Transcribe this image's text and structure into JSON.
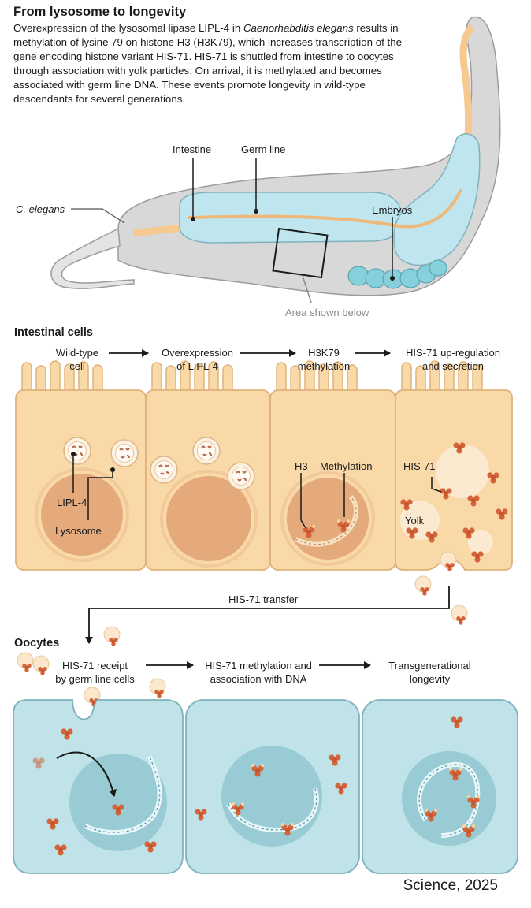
{
  "title": "From lysosome to longevity",
  "intro": {
    "part1": "Overexpression of the lysosomal lipase LIPL-4 in ",
    "species": "Caenorhabditis elegans",
    "part2": " results in methylation of lysine 79 on histone H3 (H3K79), which increases transcription of the gene encoding histone variant HIS-71. HIS-71 is shuttled from intestine to oocytes through association with yolk particles. On arrival, it is methylated and becomes associated with germ line DNA. These events promote longevity in wild-type descendants for several generations."
  },
  "worm": {
    "label_species": "C. elegans",
    "label_intestine": "Intestine",
    "label_germline": "Germ line",
    "label_embryos": "Embryos",
    "label_area": "Area shown below"
  },
  "intestinal": {
    "heading": "Intestinal cells",
    "steps": [
      {
        "line1": "Wild-type",
        "line2": "cell"
      },
      {
        "line1": "Overexpression",
        "line2": "of LIPL-4"
      },
      {
        "line1": "H3K79",
        "line2": "methylation"
      },
      {
        "line1": "HIS-71 up-regulation",
        "line2": "and secretion"
      }
    ],
    "labels": {
      "lipl4": "LIPL-4",
      "lysosome": "Lysosome",
      "h3": "H3",
      "methylation": "Methylation",
      "his71": "HIS-71",
      "yolk": "Yolk"
    }
  },
  "transfer_label": "HIS-71 transfer",
  "oocytes": {
    "heading": "Oocytes",
    "steps": [
      {
        "line1": "HIS-71 receipt",
        "line2": "by germ line cells"
      },
      {
        "line1": "HIS-71 methylation and",
        "line2": "association with DNA"
      },
      {
        "line1": "Transgenerational",
        "line2": "longevity"
      }
    ]
  },
  "credit": "Science, 2025",
  "colors": {
    "cell_fill": "#f9d9a8",
    "cell_stroke": "#e0b27a",
    "nucleus": "#e2a173",
    "oocyte_fill": "#bfe3e8",
    "oocyte_stroke": "#7fb2bd",
    "oocyte_nucleus": "#7ab8c2",
    "protein": "#d4643a",
    "worm_body": "#d5d5d5",
    "worm_gut": "#f5c98f",
    "germline": "#bfe6ee"
  }
}
